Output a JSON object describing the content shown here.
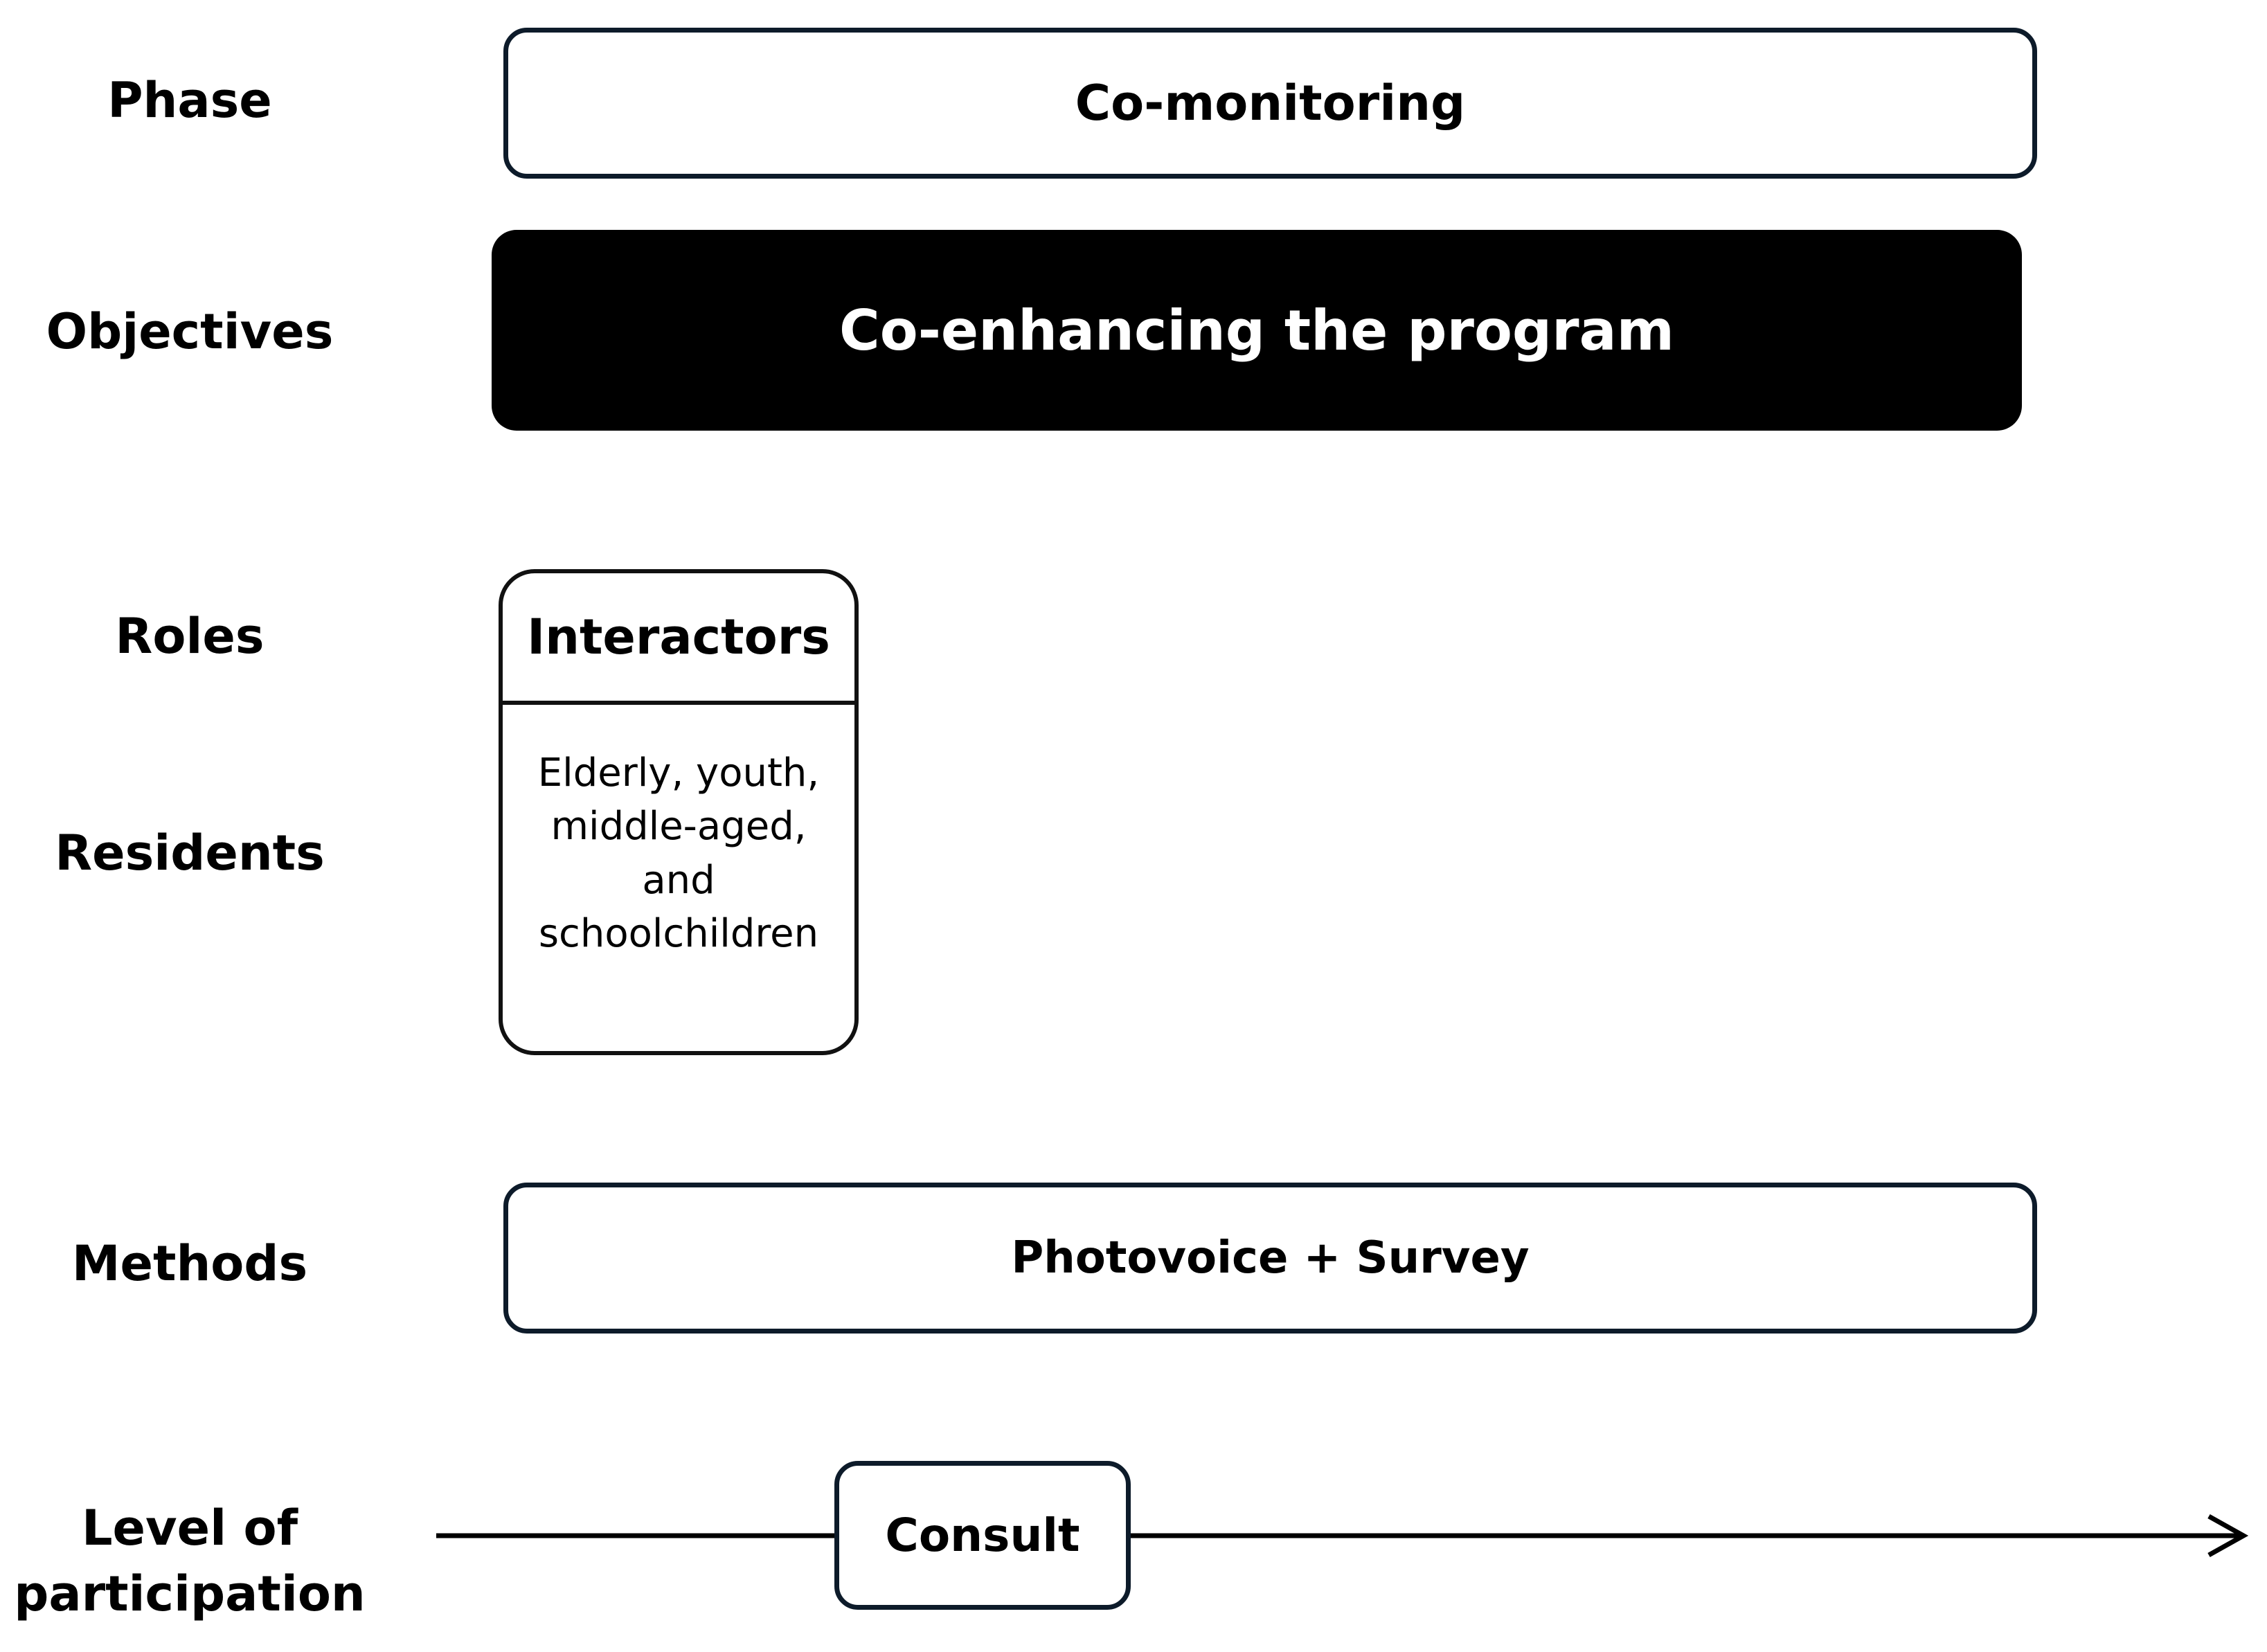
{
  "labels": {
    "phase": "Phase",
    "objectives": "Objectives",
    "roles": "Roles",
    "residents": "Residents",
    "methods": "Methods",
    "level_line1": "Level of",
    "level_line2": "participation"
  },
  "phase": "Co-monitoring",
  "objective": "Co-enhancing the program",
  "role_card": {
    "title": "Interactors",
    "body_lines": [
      "Elderly, youth,",
      "middle-aged,",
      "and",
      "schoolchildren"
    ]
  },
  "methods": "Photovoice + Survey",
  "level_of_participation": "Consult"
}
